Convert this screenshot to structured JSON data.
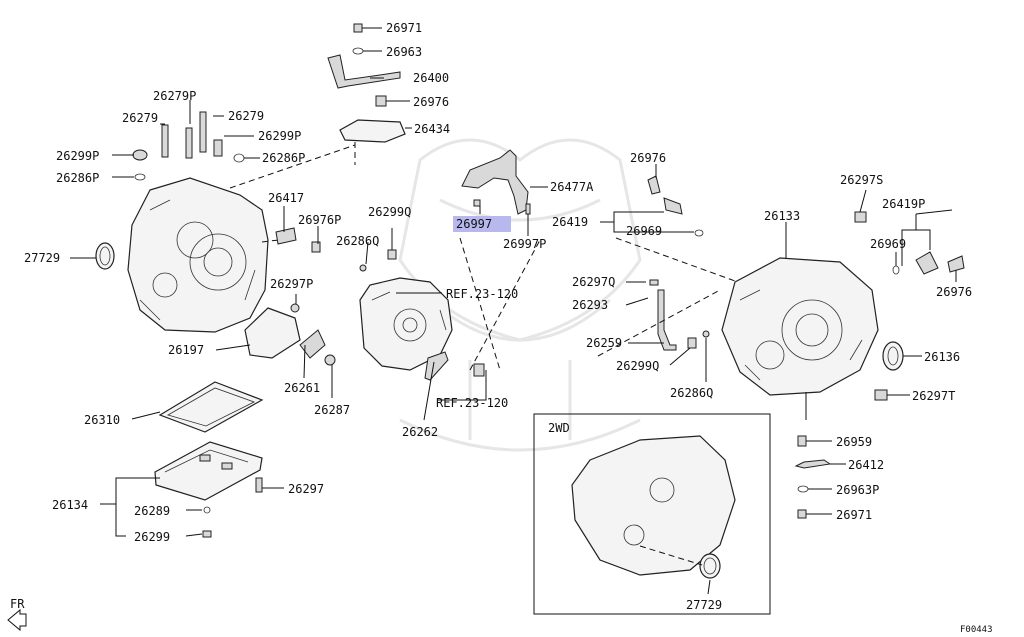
{
  "part_labels": [
    "26971",
    "26963",
    "26400",
    "26976",
    "26434",
    "26279P",
    "26279",
    "26279",
    "26299P",
    "26299P",
    "26286P",
    "26286P",
    "26417",
    "26976P",
    "26299Q",
    "26286Q",
    "27729",
    "26477A",
    "26997",
    "26997P",
    "26419",
    "26969",
    "26976",
    "26297S",
    "26419P",
    "26969",
    "26976",
    "26133",
    "26297P",
    "26297Q",
    "26293",
    "26259",
    "26299Q",
    "26286Q",
    "REF.23-120",
    "REF.23-120",
    "26197",
    "26261",
    "26287",
    "26262",
    "26136",
    "26297T",
    "26959",
    "26412",
    "26963P",
    "26971",
    "26310",
    "26134",
    "26297",
    "26289",
    "26299",
    "2WD",
    "27729"
  ],
  "highlighted_part": "26997",
  "fr_label": "FR",
  "figure_code": "F00443",
  "highlight_color": "#b8b8ee"
}
